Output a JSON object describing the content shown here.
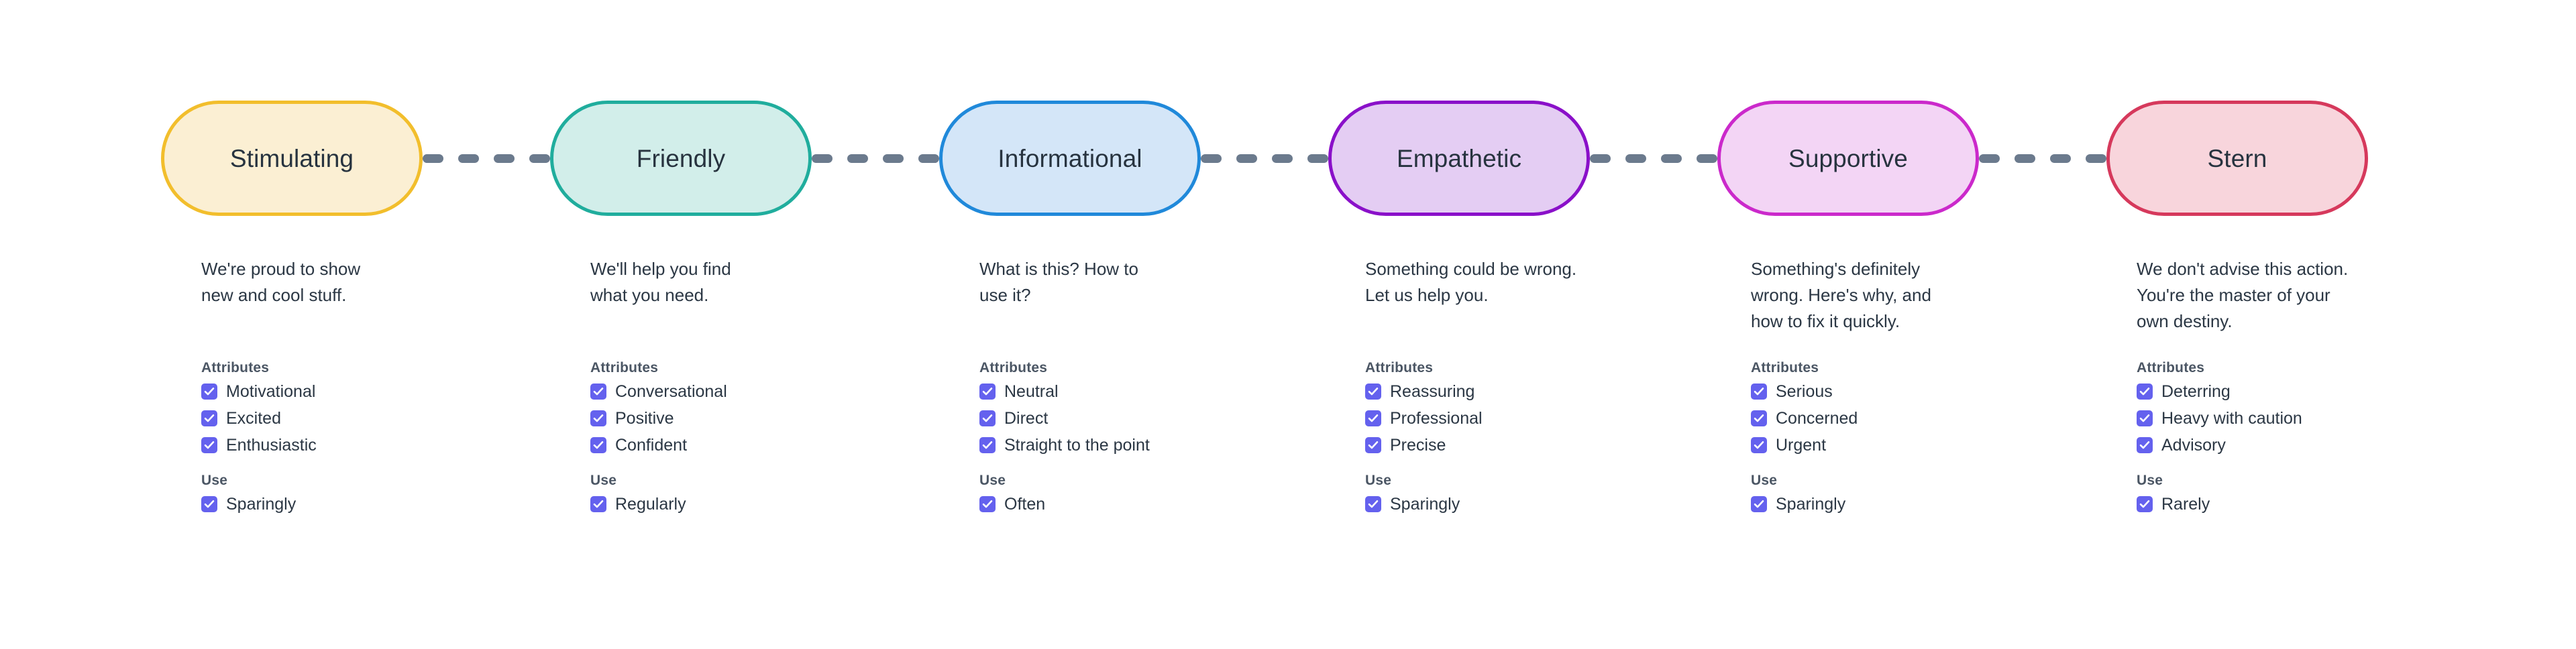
{
  "palette": {
    "background": "#ffffff",
    "text_dark": "#2b3744",
    "label_text": "#27333f",
    "section_heading": "#4b5664",
    "checkbox_fill": "#6461ee",
    "checkbox_tick": "#ffffff",
    "connector_dash": "#6b7a8d"
  },
  "connector": {
    "dash_count": 4
  },
  "section_labels": {
    "attributes": "Attributes",
    "use": "Use"
  },
  "tones": [
    {
      "name": "Stimulating",
      "border_color": "#f2be2c",
      "fill_color": "#fbefd3",
      "description": "We're proud to show\nnew and cool stuff.",
      "attributes": [
        "Motivational",
        "Excited",
        "Enthusiastic"
      ],
      "use": [
        "Sparingly"
      ]
    },
    {
      "name": "Friendly",
      "border_color": "#20ad9d",
      "fill_color": "#d2eeea",
      "description": "We'll help you find\nwhat you need.",
      "attributes": [
        "Conversational",
        "Positive",
        "Confident"
      ],
      "use": [
        "Regularly"
      ]
    },
    {
      "name": "Informational",
      "border_color": "#2089da",
      "fill_color": "#d4e6f8",
      "description": "What is this? How to\nuse it?",
      "attributes": [
        "Neutral",
        "Direct",
        "Straight to the point"
      ],
      "use": [
        "Often"
      ]
    },
    {
      "name": "Empathetic",
      "border_color": "#8a10c9",
      "fill_color": "#e4cdf3",
      "description": "Something could be wrong.\nLet us help you.",
      "attributes": [
        "Reassuring",
        "Professional",
        "Precise"
      ],
      "use": [
        "Sparingly"
      ]
    },
    {
      "name": "Supportive",
      "border_color": "#cb29cb",
      "fill_color": "#f3d5f5",
      "description": "Something's definitely\nwrong. Here's why, and\nhow to fix it quickly.",
      "attributes": [
        "Serious",
        "Concerned",
        "Urgent"
      ],
      "use": [
        "Sparingly"
      ]
    },
    {
      "name": "Stern",
      "border_color": "#d6395c",
      "fill_color": "#f8d5dc",
      "description": "We don't advise this action.\nYou're the master of your\nown destiny.",
      "attributes": [
        "Deterring",
        "Heavy with caution",
        "Advisory"
      ],
      "use": [
        "Rarely"
      ]
    }
  ]
}
